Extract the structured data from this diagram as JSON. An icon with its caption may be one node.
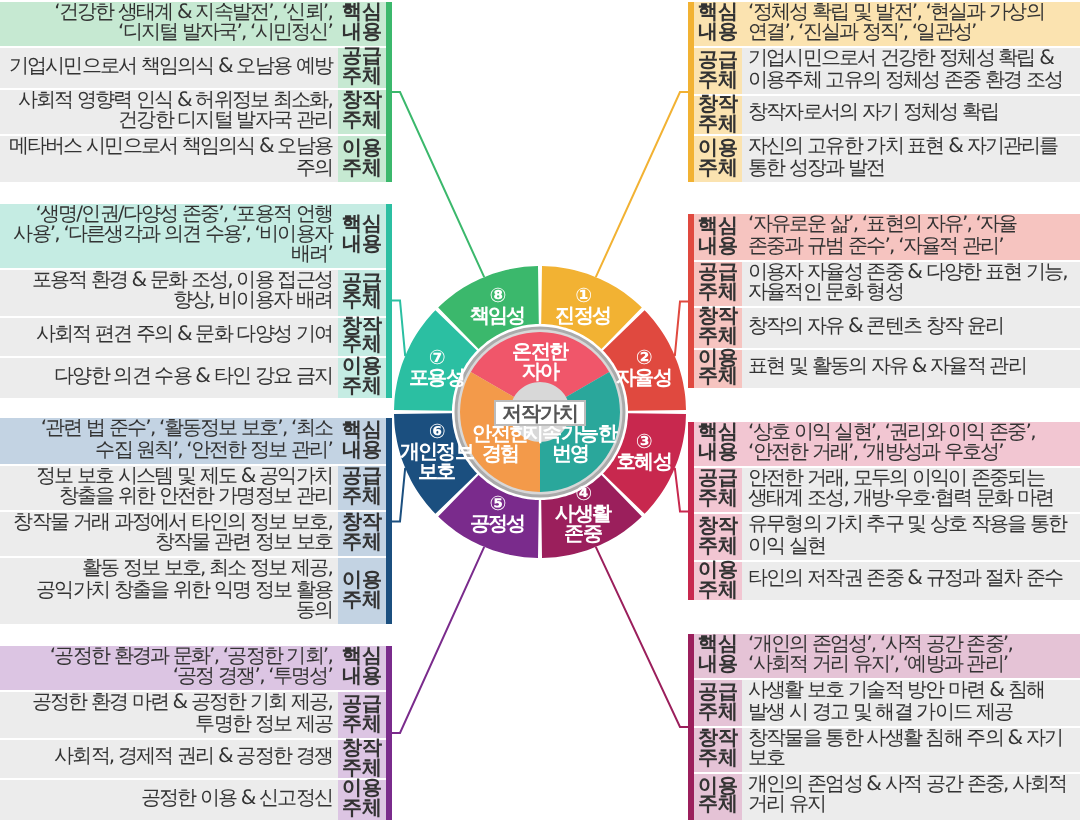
{
  "diagram": {
    "nodes": [
      {
        "text": [
          "핵심내용",
          "‘정체성 확립 및 발전’, ‘현실과 가상의 연결’, ‘진실과 정직’, ‘일관성’",
          "공급주체",
          "기업시민으로서 건강한 정체성 확립 & 이용주체 고유의 정체성 존중 환경 조성",
          "창작주체",
          "창작자로서의 자기 정체성 확립",
          "이용주체",
          "자신의 고유한 가치 표현 & 자기관리를 통한 성장과 발전"
        ]
      },
      {
        "text": [
          "핵심내용",
          "‘자유로운 삶’, ‘표현의 자유’, ‘자율 존중과 규범 준수’, ‘자율적 관리’",
          "공급주체",
          "이용자 자율성 존중 & 다양한 표현 기능, 자율적인 문화 형성",
          "창작주체",
          "창작의 자유 & 콘텐츠 창작 윤리",
          "이용주체",
          "표현 및 활동의 자유 & 자율적 관리"
        ]
      },
      {
        "text": [
          "핵심내용",
          "‘상호 이익 실현’, ‘권리와 이익 존중’, ‘안전한 거래’, ‘개방성과 우호성’",
          "공급주체",
          "안전한 거래, 모두의 이익이 존중되는 생태계 조성, 개방·우호·협력 문화 마련",
          "창작주체",
          "유무형의 가치 추구 및 상호 작용을 통한 이익 실현",
          "이용주체",
          "타인의 저작권 존중 & 규정과 절차 준수"
        ]
      },
      {
        "text": [
          "핵심내용",
          "‘개인의 존엄성’, ‘사적 공간 존중’, ‘사회적 거리 유지’, ‘예방과 관리’",
          "공급주체",
          "사생활 보호 기술적 방안 마련 & 침해 발생 시 경고 및 해결 가이드 제공",
          "창작주체",
          "창작물을 통한 사생활 침해 주의 & 자기 보호",
          "이용주체",
          "개인의 존엄성 & 사적 공간 존중, 사회적 거리 유지"
        ]
      },
      {
        "text": [
          "‘공정한 환경과 문화’, ‘공정한 기회’, ‘공정 경쟁’, ‘투명성’",
          "핵심내용",
          "공정한 환경 마련 & 공정한 기회 제공, 투명한 정보 제공",
          "공급주체",
          "사회적, 경제적 권리 & 공정한 경쟁",
          "창작주체",
          "공정한 이용 & 신고정신",
          "이용주체"
        ]
      },
      {
        "text": [
          "‘관련 법 준수’, ‘활동정보 보호’, ‘최소 수집 원칙’, ‘안전한 정보 관리’",
          "핵심내용",
          "정보 보호 시스템 및 제도 & 공익가치 창출을 위한 안전한 가명정보 관리",
          "공급주체",
          "창작물 거래 과정에서 타인의 정보 보호, 창작물 관련 정보 보호",
          "창작주체",
          "활동 정보 보호, 최소 정보 제공, 공익가치 창출을 위한 익명 정보 활용 동의",
          "이용주체"
        ]
      },
      {
        "text": [
          "‘생명/인권/다양성 존중’, ‘포용적 언행 사용’, ‘다른생각과 의견 수용’, ‘비이용자 배려’",
          "핵심내용",
          "포용적 환경 & 문화 조성, 이용 접근성 향상, 비이용자 배려",
          "공급주체",
          "사회적 편견 주의 & 문화 다양성 기여",
          "창작주체",
          "다양한 의견 수용 & 타인 강요 금지",
          "이용주체"
        ]
      },
      {
        "text": [
          "‘건강한 생태계 & 지속발전’, ‘신뢰’, ‘디지털 발자국’, ‘시민정신’",
          "핵심내용",
          "기업시민으로서 책임의식 & 오남용 예방",
          "공급주체",
          "사회적 영향력 인식 & 허위정보 최소화, 건강한 디지털 발자국 관리",
          "창작주체",
          "메타버스 시민으로서 책임의식 & 오남용 주의",
          "이용주체"
        ]
      },
      {
        "text": [
          "① 진정성"
        ]
      },
      {
        "text": [
          "② 자율성"
        ]
      },
      {
        "text": [
          "③ 호혜성"
        ]
      },
      {
        "text": [
          "④ 사생활 존중"
        ]
      },
      {
        "text": [
          "⑤ 공정성"
        ]
      },
      {
        "text": [
          "⑥ 개인정보 보호"
        ]
      },
      {
        "text": [
          "⑦ 포용성"
        ]
      },
      {
        "text": [
          "⑧ 책임성"
        ]
      },
      {
        "text": [
          "저작가치"
        ]
      },
      {
        "text": [
          "온전한 자아"
        ]
      },
      {
        "text": [
          "지속가능한 번영"
        ]
      },
      {
        "text": [
          "안전한 경험"
        ]
      }
    ],
    "edges": [
      {
        "from": 0,
        "to": 8,
        "arrow": "none",
        "color": "#f2b233"
      },
      {
        "from": 1,
        "to": 9,
        "arrow": "none",
        "color": "#e0493f"
      },
      {
        "from": 2,
        "to": 10,
        "arrow": "none",
        "color": "#c8284e"
      },
      {
        "from": 3,
        "to": 11,
        "arrow": "none",
        "color": "#9b1f5c"
      },
      {
        "from": 4,
        "to": 12,
        "arrow": "none",
        "color": "#7a2b8c"
      },
      {
        "from": 5,
        "to": 13,
        "arrow": "none",
        "color": "#1b4f7f"
      },
      {
        "from": 6,
        "to": 14,
        "arrow": "none",
        "color": "#2bbfa2"
      },
      {
        "from": 7,
        "to": 15,
        "arrow": "none",
        "color": "#3bb86c"
      }
    ]
  }
}
